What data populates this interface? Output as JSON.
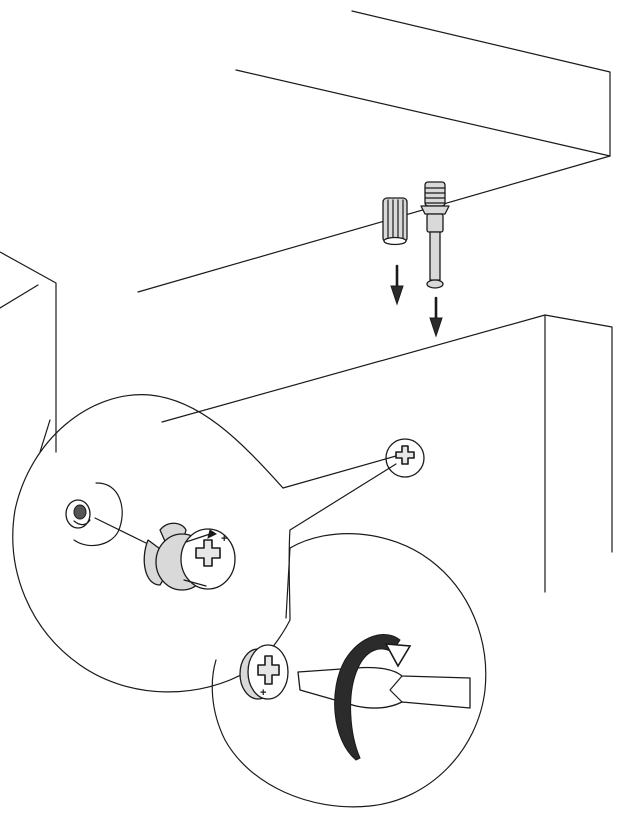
{
  "figure": {
    "kind": "assembly-instruction",
    "colors": {
      "stroke": "#1a1a1a",
      "fill_light": "#d9d9d9",
      "fill_dark": "#2b2b2b",
      "background": "#ffffff"
    }
  },
  "parts": {
    "dowel": {
      "icon": "wooden-dowel-icon"
    },
    "cam_bolt": {
      "icon": "cam-bolt-icon"
    },
    "cam_lock": {
      "icon": "cam-lock-icon",
      "plus_mark": "+"
    }
  },
  "arrows": {
    "direction": "down",
    "icon": "arrow-down-icon"
  },
  "steps": {
    "insert_cam": {
      "icon": "insert-cam-lock-callout"
    },
    "turn_cam": {
      "icon": "turn-clockwise-callout",
      "tool": "screwdriver-icon",
      "rotation": "clockwise"
    }
  }
}
